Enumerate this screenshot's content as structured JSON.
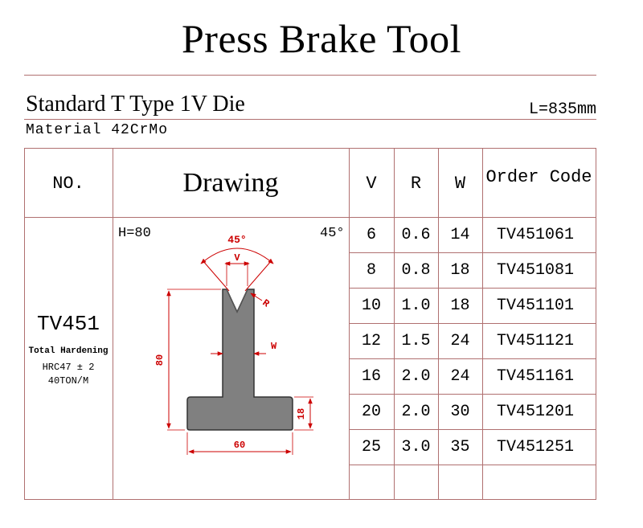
{
  "title": "Press Brake Tool",
  "subtitle": "Standard T Type 1V Die",
  "length": "L=835mm",
  "material": "Material  42CrMo",
  "table": {
    "headers": {
      "no": "NO.",
      "drawing": "Drawing",
      "v": "V",
      "r": "R",
      "w": "W",
      "order_code": "Order Code"
    },
    "model": "TV451",
    "hardening": [
      "Total Hardening",
      "HRC47 ± 2",
      "40TON/M"
    ],
    "height": "H=80",
    "angle": "45°",
    "rows": [
      {
        "v": "6",
        "r": "0.6",
        "w": "14",
        "code": "TV451061"
      },
      {
        "v": "8",
        "r": "0.8",
        "w": "18",
        "code": "TV451081"
      },
      {
        "v": "10",
        "r": "1.0",
        "w": "18",
        "code": "TV451101"
      },
      {
        "v": "12",
        "r": "1.5",
        "w": "24",
        "code": "TV451121"
      },
      {
        "v": "16",
        "r": "2.0",
        "w": "24",
        "code": "TV451161"
      },
      {
        "v": "20",
        "r": "2.0",
        "w": "30",
        "code": "TV451201"
      },
      {
        "v": "25",
        "r": "3.0",
        "w": "35",
        "code": "TV451251"
      }
    ]
  },
  "drawing_labels": {
    "angle": "45°",
    "v": "V",
    "r": "R",
    "w": "W",
    "height": "80",
    "width": "60",
    "base": "18"
  },
  "colors": {
    "dimension": "#cc0000",
    "body_fill": "#808080",
    "rule": "#b07070"
  }
}
